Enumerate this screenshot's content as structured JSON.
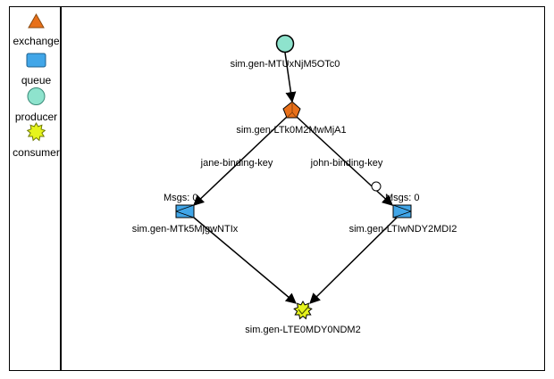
{
  "legend": {
    "items": [
      {
        "kind": "exchange",
        "label": "exchange",
        "icon": "triangle-icon",
        "color": "#e8701a"
      },
      {
        "kind": "queue",
        "label": "queue",
        "icon": "rounded-rect-icon",
        "color": "#41a6e8"
      },
      {
        "kind": "producer",
        "label": "producer",
        "icon": "circle-icon",
        "color": "#8ee3cd"
      },
      {
        "kind": "consumer",
        "label": "consumer",
        "icon": "starburst-icon",
        "color": "#e6f41c"
      }
    ]
  },
  "graph": {
    "nodes": {
      "producer": {
        "type": "producer",
        "label": "sim.gen-MTUxNjM5OTc0",
        "color": "#8ee3cd"
      },
      "exchange": {
        "type": "exchange",
        "label": "sim.gen-LTk0M2MwMjA1",
        "color": "#e8701a"
      },
      "queue_left": {
        "type": "queue",
        "label": "sim.gen-MTk5MjgwNTIx",
        "msgs": "Msgs: 0",
        "color": "#41a6e8"
      },
      "queue_right": {
        "type": "queue",
        "label": "sim.gen-LTIwNDY2MDI2",
        "msgs": "Msgs: 0",
        "color": "#41a6e8"
      },
      "consumer": {
        "type": "consumer",
        "label": "sim.gen-LTE0MDY0NDM2",
        "color": "#e6f41c"
      }
    },
    "edges": [
      {
        "from": "producer",
        "to": "exchange",
        "label": ""
      },
      {
        "from": "exchange",
        "to": "queue_left",
        "label": "jane-binding-key"
      },
      {
        "from": "exchange",
        "to": "queue_right",
        "label": "john-binding-key"
      },
      {
        "from": "queue_left",
        "to": "consumer",
        "label": ""
      },
      {
        "from": "queue_right",
        "to": "consumer",
        "label": ""
      }
    ]
  }
}
